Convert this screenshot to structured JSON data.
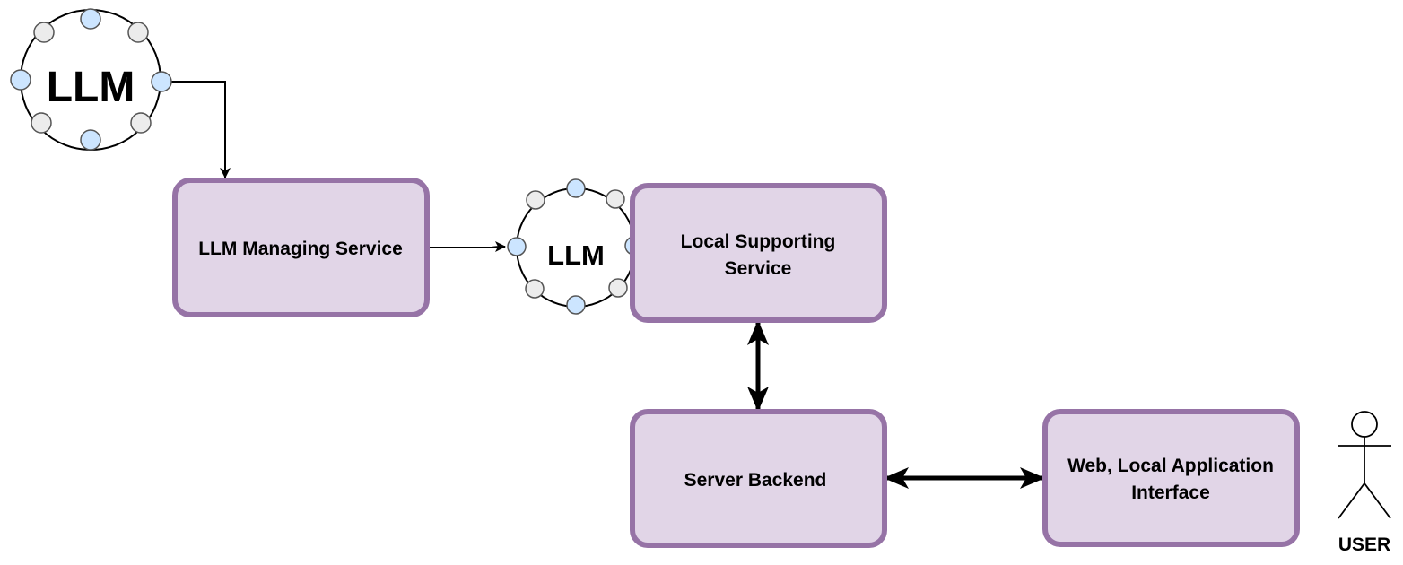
{
  "colors": {
    "box_fill": "#e1d5e7",
    "box_stroke": "#9673a6",
    "node_blue": "#cce5ff",
    "node_gray": "#ececec",
    "line": "#000000"
  },
  "llm_nodes": {
    "top": {
      "label": "LLM"
    },
    "middle": {
      "label": "LLM"
    }
  },
  "boxes": {
    "managing": {
      "label": "LLM Managing Service"
    },
    "supporting": {
      "line1": "Local Supporting",
      "line2": "Service"
    },
    "backend": {
      "label": "Server Backend"
    },
    "interface": {
      "line1": "Web, Local Application",
      "line2": "Interface"
    }
  },
  "actor": {
    "label": "USER",
    "icon": "stick-figure-icon"
  }
}
